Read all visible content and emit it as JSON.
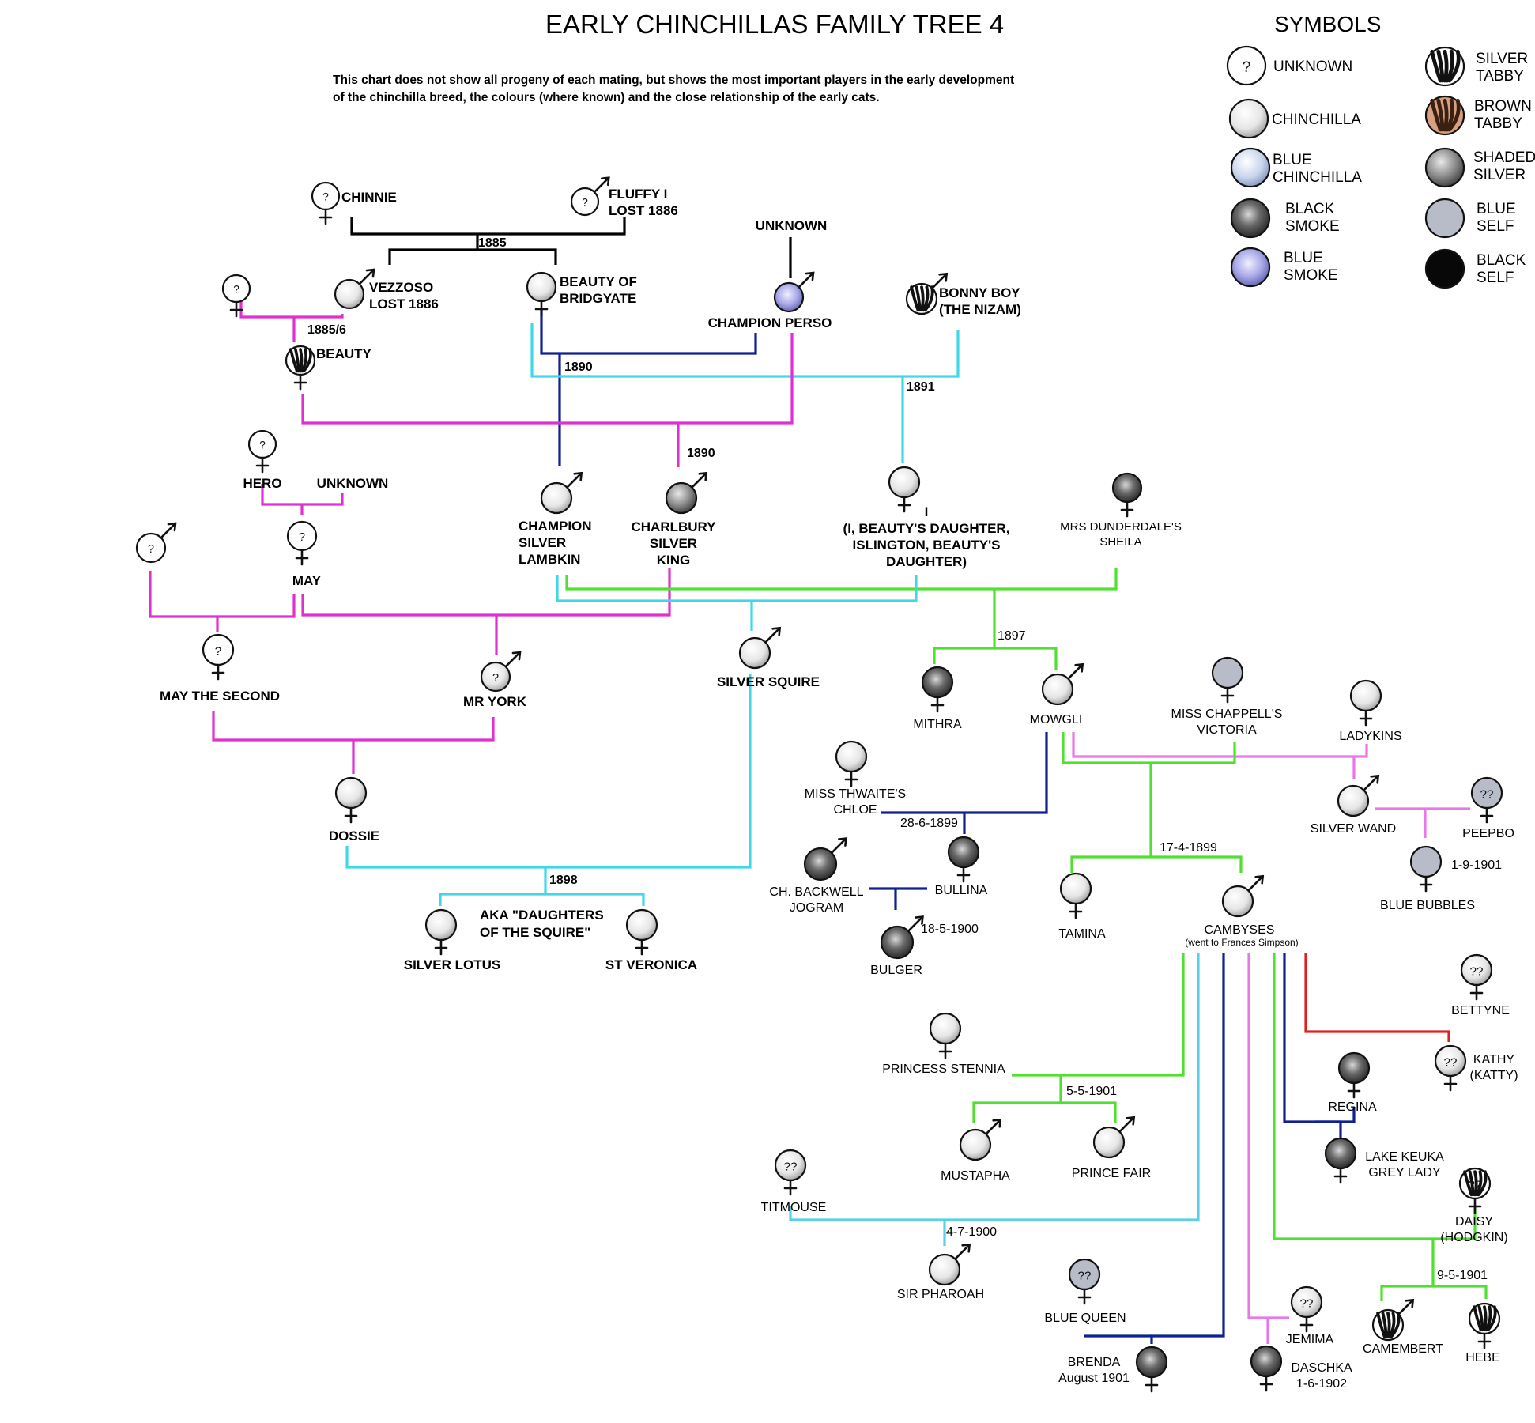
{
  "title": "EARLY CHINCHILLAS FAMILY TREE  4",
  "intro": [
    "This chart does not show all progeny of each mating, but shows the most important players in the early development",
    "of the chinchilla breed, the colours (where known) and the close relationship of the early cats."
  ],
  "legend": {
    "title": "SYMBOLS",
    "items": [
      {
        "style": "unknown",
        "lines": [
          "UNKNOWN"
        ]
      },
      {
        "style": "chinchilla",
        "lines": [
          "CHINCHILLA"
        ]
      },
      {
        "style": "bluechin",
        "lines": [
          "BLUE",
          "CHINCHILLA"
        ]
      },
      {
        "style": "blacksmoke",
        "lines": [
          "BLACK",
          "SMOKE"
        ]
      },
      {
        "style": "bluesmoke",
        "lines": [
          "BLUE",
          "SMOKE"
        ]
      },
      {
        "style": "silvertabby",
        "lines": [
          "SILVER",
          "TABBY"
        ]
      },
      {
        "style": "browntabby",
        "lines": [
          "BROWN",
          "TABBY"
        ]
      },
      {
        "style": "shaded",
        "lines": [
          "SHADED",
          "SILVER"
        ]
      },
      {
        "style": "blueself",
        "lines": [
          "BLUE",
          "SELF"
        ]
      },
      {
        "style": "blackself",
        "lines": [
          "BLACK",
          "SELF"
        ]
      }
    ]
  },
  "colors": {
    "black": "#000000",
    "magenta": "#e030d0",
    "cyan": "#40d8e8",
    "navy": "#102090",
    "green": "#50e030",
    "pink": "#e878e8",
    "red": "#e02020",
    "lightblue": "#58d0e8"
  },
  "cats": [
    {
      "id": "chinnie",
      "sex": "f",
      "style": "unknown",
      "mark": "?",
      "lines": [
        "CHINNIE"
      ]
    },
    {
      "id": "fluffy",
      "sex": "m",
      "style": "unknown",
      "mark": "?",
      "lines": [
        "FLUFFY I",
        "LOST 1886"
      ]
    },
    {
      "id": "unknown_dam",
      "sex": "f",
      "style": "unknown",
      "mark": "?",
      "lines": []
    },
    {
      "id": "vezzoso",
      "sex": "m",
      "style": "chinchilla",
      "mark": "",
      "lines": [
        "VEZZOSO",
        "LOST 1886"
      ]
    },
    {
      "id": "beauty_bridgyate",
      "sex": "f",
      "style": "chinchilla",
      "mark": "",
      "lines": [
        "BEAUTY OF",
        "BRIDGYATE"
      ]
    },
    {
      "id": "perso",
      "sex": "m",
      "style": "bluesmoke",
      "mark": "",
      "lines": [
        "CHAMPION PERSO"
      ]
    },
    {
      "id": "bonny",
      "sex": "m",
      "style": "silvertabby",
      "mark": "",
      "lines": [
        "BONNY BOY",
        "(THE NIZAM)"
      ]
    },
    {
      "id": "beauty",
      "sex": "f",
      "style": "silvertabby",
      "mark": "",
      "lines": [
        "BEAUTY"
      ]
    },
    {
      "id": "hero",
      "sex": "f",
      "style": "unknown",
      "mark": "?",
      "lines": [
        "HERO"
      ]
    },
    {
      "id": "lambkin",
      "sex": "m",
      "style": "chinchilla",
      "mark": "",
      "lines": [
        "CHAMPION",
        "SILVER",
        "LAMBKIN"
      ]
    },
    {
      "id": "charlbury",
      "sex": "m",
      "style": "shaded",
      "mark": "",
      "lines": [
        "CHARLBURY",
        "SILVER",
        "KING"
      ]
    },
    {
      "id": "islington",
      "sex": "f",
      "style": "chinchilla",
      "mark": "",
      "lines": [
        "I",
        "(I, BEAUTY'S DAUGHTER,",
        "ISLINGTON, BEAUTY'S",
        "DAUGHTER)"
      ]
    },
    {
      "id": "sheila",
      "sex": "f",
      "style": "blacksmoke",
      "mark": "",
      "lines": [
        "MRS DUNDERDALE'S",
        "SHEILA"
      ]
    },
    {
      "id": "unk_sire",
      "sex": "m",
      "style": "unknown",
      "mark": "?",
      "lines": []
    },
    {
      "id": "may",
      "sex": "f",
      "style": "unknown",
      "mark": "?",
      "lines": [
        "MAY"
      ]
    },
    {
      "id": "may2",
      "sex": "f",
      "style": "unknown",
      "mark": "?",
      "lines": [
        "MAY THE SECOND"
      ]
    },
    {
      "id": "mryork",
      "sex": "m",
      "style": "chinchilla",
      "mark": "?",
      "lines": [
        "MR YORK"
      ]
    },
    {
      "id": "squire",
      "sex": "m",
      "style": "chinchilla",
      "mark": "",
      "lines": [
        "SILVER SQUIRE"
      ]
    },
    {
      "id": "dossie",
      "sex": "f",
      "style": "chinchilla",
      "mark": "",
      "lines": [
        "DOSSIE"
      ]
    },
    {
      "id": "lotus",
      "sex": "f",
      "style": "chinchilla",
      "mark": "",
      "lines": [
        "SILVER LOTUS"
      ]
    },
    {
      "id": "veronica",
      "sex": "f",
      "style": "chinchilla",
      "mark": "",
      "lines": [
        "ST VERONICA"
      ]
    },
    {
      "id": "mithra",
      "sex": "f",
      "style": "blacksmoke",
      "mark": "",
      "lines": [
        "MITHRA"
      ]
    },
    {
      "id": "mowgli",
      "sex": "m",
      "style": "chinchilla",
      "mark": "",
      "lines": [
        "MOWGLI"
      ]
    },
    {
      "id": "victoria",
      "sex": "f",
      "style": "blueself",
      "mark": "",
      "lines": [
        "MISS CHAPPELL'S",
        "VICTORIA"
      ]
    },
    {
      "id": "ladykins",
      "sex": "f",
      "style": "chinchilla",
      "mark": "",
      "lines": [
        "LADYKINS"
      ]
    },
    {
      "id": "chloe",
      "sex": "f",
      "style": "chinchilla",
      "mark": "",
      "lines": [
        "MISS THWAITE'S",
        "CHLOE"
      ]
    },
    {
      "id": "silverwand",
      "sex": "m",
      "style": "chinchilla",
      "mark": "",
      "lines": [
        "SILVER WAND"
      ]
    },
    {
      "id": "peepbo",
      "sex": "f",
      "style": "blueself",
      "mark": "??",
      "lines": [
        "PEEPBO"
      ]
    },
    {
      "id": "backwell",
      "sex": "m",
      "style": "blacksmoke",
      "mark": "",
      "lines": [
        "CH. BACKWELL",
        "JOGRAM"
      ]
    },
    {
      "id": "bullina",
      "sex": "f",
      "style": "blacksmoke",
      "mark": "",
      "lines": [
        "BULLINA"
      ]
    },
    {
      "id": "bulger",
      "sex": "m",
      "style": "blacksmoke",
      "mark": "",
      "lines": [
        "BULGER"
      ]
    },
    {
      "id": "tamina",
      "sex": "f",
      "style": "chinchilla",
      "mark": "",
      "lines": [
        "TAMINA"
      ]
    },
    {
      "id": "cambyses",
      "sex": "m",
      "style": "chinchilla",
      "mark": "",
      "lines": [
        "CAMBYSES"
      ]
    },
    {
      "id": "bluebubbles",
      "sex": "f",
      "style": "blueself",
      "mark": "",
      "lines": [
        "BLUE BUBBLES"
      ]
    },
    {
      "id": "bettyne",
      "sex": "f",
      "style": "chinchilla",
      "mark": "??",
      "lines": [
        "BETTYNE"
      ]
    },
    {
      "id": "stennia",
      "sex": "f",
      "style": "chinchilla",
      "mark": "",
      "lines": [
        "PRINCESS STENNIA"
      ]
    },
    {
      "id": "kathy",
      "sex": "f",
      "style": "chinchilla",
      "mark": "??",
      "lines": [
        "KATHY",
        "(KATTY)"
      ]
    },
    {
      "id": "regina",
      "sex": "f",
      "style": "blacksmoke",
      "mark": "",
      "lines": [
        "REGINA"
      ]
    },
    {
      "id": "mustapha",
      "sex": "m",
      "style": "chinchilla",
      "mark": "",
      "lines": [
        "MUSTAPHA"
      ]
    },
    {
      "id": "princefair",
      "sex": "m",
      "style": "chinchilla",
      "mark": "",
      "lines": [
        "PRINCE FAIR"
      ]
    },
    {
      "id": "keuka",
      "sex": "f",
      "style": "blacksmoke",
      "mark": "",
      "lines": [
        "LAKE KEUKA",
        "GREY LADY"
      ]
    },
    {
      "id": "titmouse",
      "sex": "f",
      "style": "chinchilla",
      "mark": "??",
      "lines": [
        "TITMOUSE"
      ]
    },
    {
      "id": "daisy",
      "sex": "f",
      "style": "silvertabby",
      "mark": "??",
      "lines": [
        "DAISY",
        "(HODGKIN)"
      ]
    },
    {
      "id": "pharoah",
      "sex": "m",
      "style": "chinchilla",
      "mark": "",
      "lines": [
        "SIR PHAROAH"
      ]
    },
    {
      "id": "bluequeen",
      "sex": "f",
      "style": "blueself",
      "mark": "??",
      "lines": [
        "BLUE QUEEN"
      ]
    },
    {
      "id": "jemima",
      "sex": "f",
      "style": "chinchilla",
      "mark": "??",
      "lines": [
        "JEMIMA"
      ]
    },
    {
      "id": "camembert",
      "sex": "m",
      "style": "silvertabby",
      "mark": "",
      "lines": [
        "CAMEMBERT"
      ]
    },
    {
      "id": "hebe",
      "sex": "f",
      "style": "silvertabby",
      "mark": "",
      "lines": [
        "HEBE"
      ]
    },
    {
      "id": "brenda",
      "sex": "f",
      "style": "blacksmoke",
      "mark": "",
      "lines": [
        "BRENDA",
        "August 1901"
      ]
    },
    {
      "id": "daschka",
      "sex": "f",
      "style": "blacksmoke",
      "mark": "",
      "lines": [
        "DASCHKA",
        "1-6-1902"
      ]
    }
  ],
  "free_labels": [
    {
      "id": "unknown_perso",
      "text": "UNKNOWN"
    },
    {
      "id": "unknown_may",
      "text": "UNKNOWN"
    },
    {
      "id": "aka",
      "lines": [
        "AKA \"DAUGHTERS",
        "OF THE SQUIRE\""
      ]
    },
    {
      "id": "cambyses_note",
      "text": "(went to Frances Simpson)"
    }
  ],
  "dates": [
    {
      "id": "d1885",
      "text": "1885"
    },
    {
      "id": "d1885_6",
      "text": "1885/6"
    },
    {
      "id": "d1890a",
      "text": "1890"
    },
    {
      "id": "d1891",
      "text": "1891"
    },
    {
      "id": "d1890b",
      "text": "1890"
    },
    {
      "id": "d1897",
      "text": "1897"
    },
    {
      "id": "d1898",
      "text": "1898"
    },
    {
      "id": "d28_6_1899",
      "text": "28-6-1899"
    },
    {
      "id": "d18_5_1900",
      "text": "18-5-1900"
    },
    {
      "id": "d17_4_1899",
      "text": "17-4-1899"
    },
    {
      "id": "d1_9_1901",
      "text": "1-9-1901"
    },
    {
      "id": "d5_5_1901",
      "text": "5-5-1901"
    },
    {
      "id": "d4_7_1900",
      "text": "4-7-1900"
    },
    {
      "id": "d9_5_1901",
      "text": "9-5-1901"
    }
  ]
}
